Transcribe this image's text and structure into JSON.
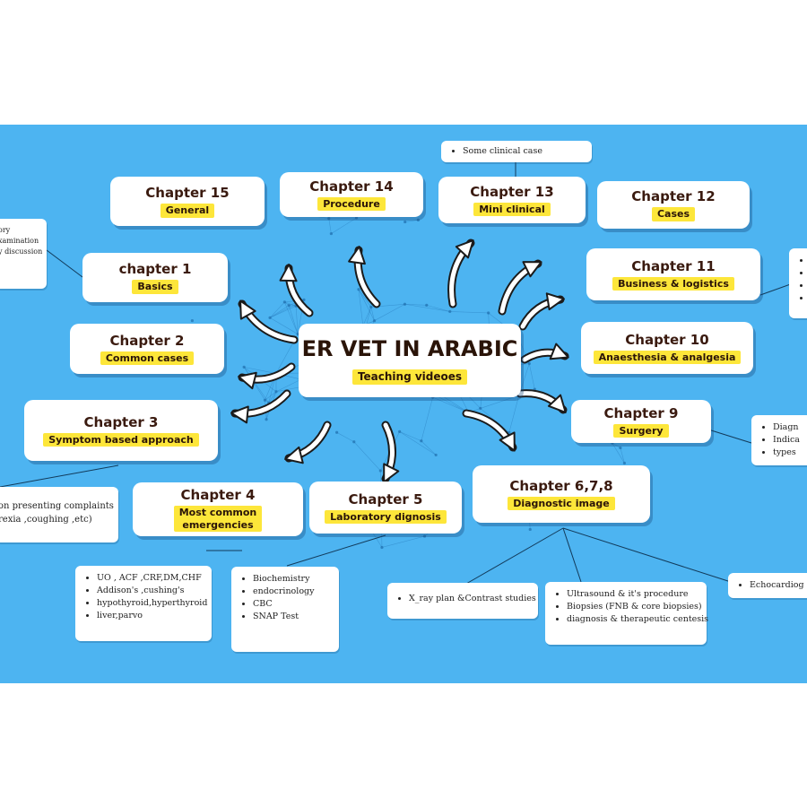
{
  "center": {
    "title": "ER VET IN ARABIC",
    "subtitle": "Teaching videoes"
  },
  "chapters": {
    "ch15": {
      "title": "Chapter 15",
      "tag": "General"
    },
    "ch14": {
      "title": "Chapter 14",
      "tag": "Procedure"
    },
    "ch13": {
      "title": "Chapter 13",
      "tag": "Mini clinical"
    },
    "ch12": {
      "title": "Chapter 12",
      "tag": "Cases"
    },
    "ch1": {
      "title": "chapter 1",
      "tag": "Basics"
    },
    "ch11": {
      "title": "Chapter 11",
      "tag": "Business & logistics"
    },
    "ch2": {
      "title": "Chapter 2",
      "tag": "Common cases"
    },
    "ch10": {
      "title": "Chapter 10",
      "tag": "Anaesthesia & analgesia"
    },
    "ch3": {
      "title": "Chapter 3",
      "tag": "Symptom based approach"
    },
    "ch9": {
      "title": "Chapter 9",
      "tag": "Surgery"
    },
    "ch4": {
      "title": "Chapter 4",
      "tag_line1": "Most common",
      "tag_line2": "emergencies"
    },
    "ch5": {
      "title": "Chapter 5",
      "tag": "Laboratory dignosis"
    },
    "ch678": {
      "title": "Chapter 6,7,8",
      "tag": "Diagnostic image"
    }
  },
  "details": {
    "ch13": [
      "Some clinical case"
    ],
    "ch1": [
      "ory",
      "xamination",
      "y discussion"
    ],
    "ch3": [
      "on presenting complaints",
      "rexia ,coughing ,etc)"
    ],
    "ch9": [
      "Diagn",
      "Indica",
      "types"
    ],
    "ch4": [
      "UO , ACF ,CRF,DM,CHF",
      "Addison's ,cushing's",
      "hypothyroid,hyperthyroid",
      "liver,parvo"
    ],
    "ch5": [
      "Biochemistry",
      "endocrinology",
      "CBC",
      "SNAP Test"
    ],
    "xray": [
      "X_ray plan &Contrast studies"
    ],
    "us": [
      "Ultrasound & it's procedure",
      "Biopsies (FNB & core biopsies)",
      "diagnosis & therapeutic centesis"
    ],
    "echo": [
      "Echocardiog"
    ]
  },
  "colors": {
    "background": "#4db4f1",
    "tag_highlight": "#fde63a",
    "title_text": "#3a1a0f"
  }
}
